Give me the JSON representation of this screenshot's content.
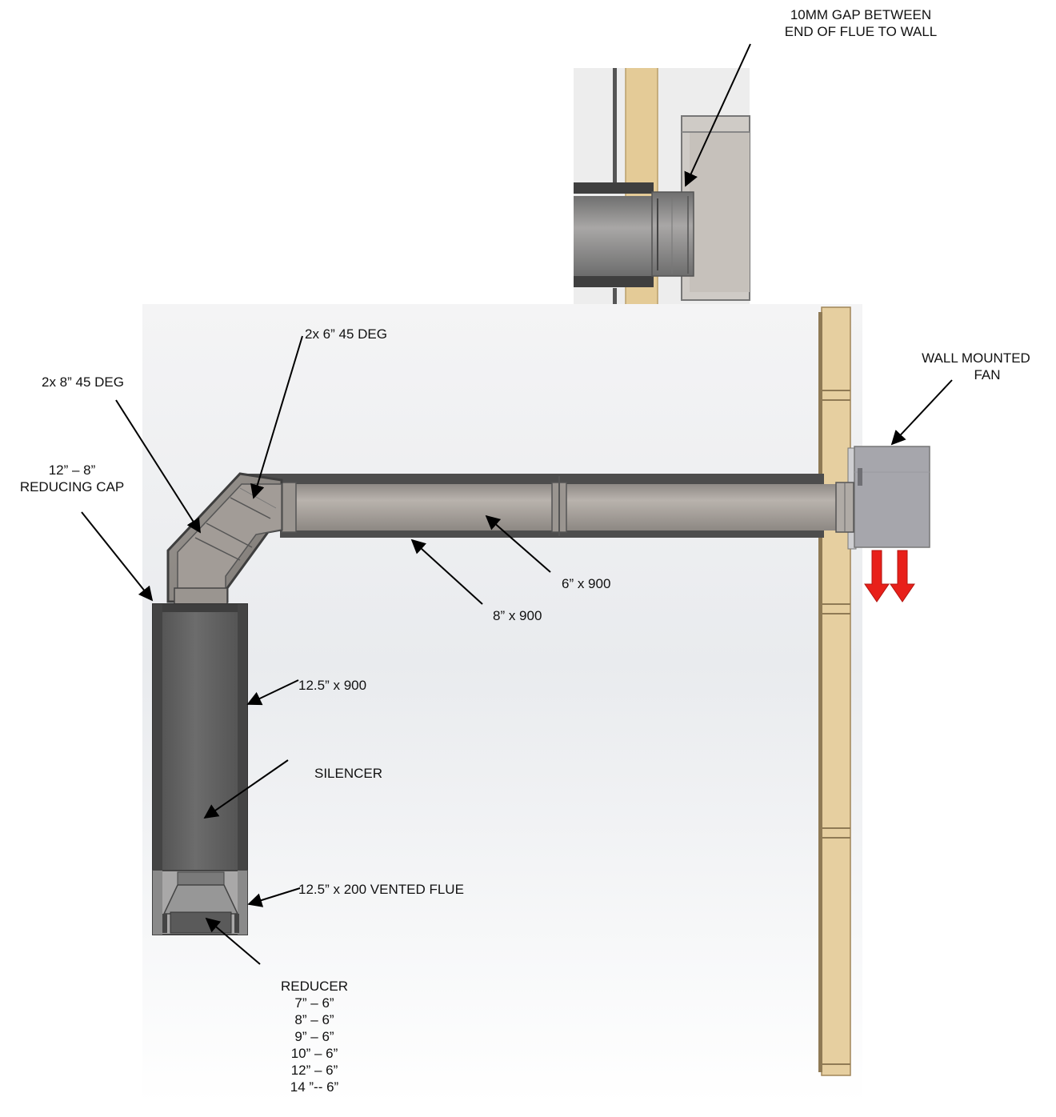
{
  "labels": {
    "gap_note_line1": "10MM GAP BETWEEN",
    "gap_note_line2": "END OF FLUE TO WALL",
    "bend_6in": "2x 6” 45 DEG",
    "bend_8in": "2x 8” 45 DEG",
    "reducing_cap_line1": "12” – 8”",
    "reducing_cap_line2": "REDUCING CAP",
    "fan_line1": "WALL MOUNTED",
    "fan_line2": "FAN",
    "pipe_6x900": "6” x 900",
    "pipe_8x900": "8” x 900",
    "pipe_12_5x900": "12.5” x 900",
    "silencer": "SILENCER",
    "vented_flue": "12.5” x 200 VENTED FLUE",
    "reducer_title": "REDUCER",
    "reducer_sizes": [
      "7” – 6”",
      "8” – 6”",
      "9” – 6”",
      "10” – 6”",
      "12” – 6”",
      "14 ”-- 6”"
    ]
  },
  "colors": {
    "wood": "#e6cfa0",
    "pipe_dark": "#6e6e6e",
    "pipe_mid": "#a29c97",
    "fan_body": "#a6a6ac",
    "arrow_red": "#e8201a"
  }
}
